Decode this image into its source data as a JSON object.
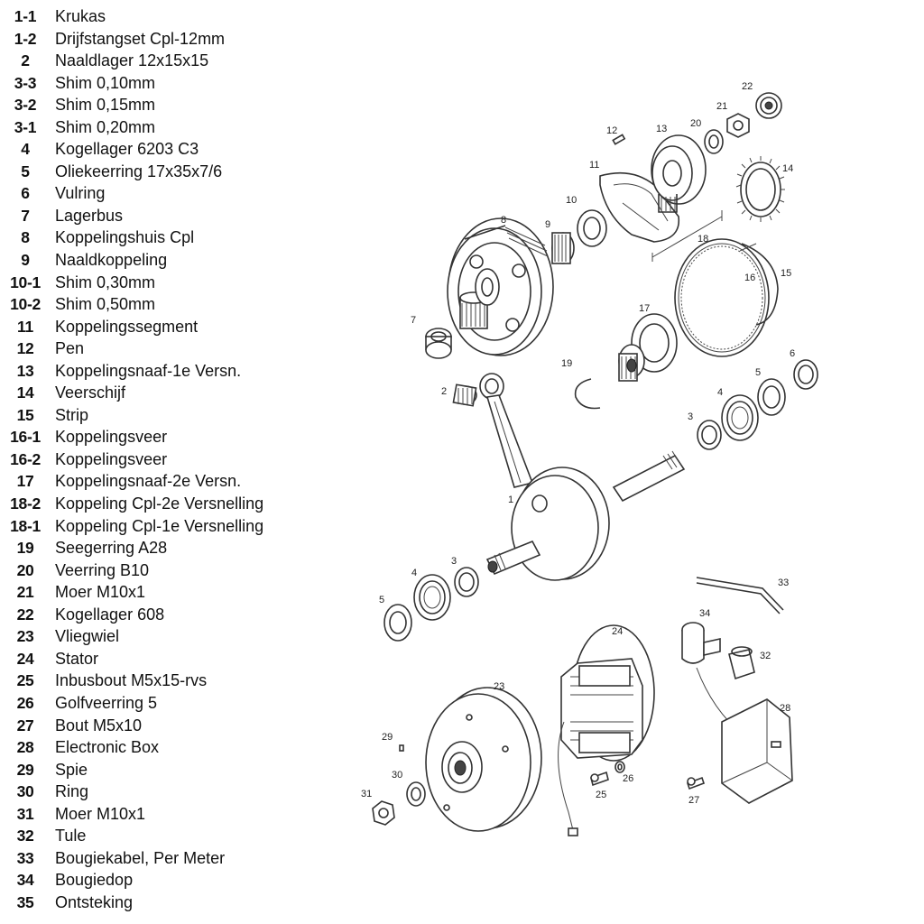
{
  "parts": [
    {
      "num": "1-1",
      "name": "Krukas"
    },
    {
      "num": "1-2",
      "name": "Drijfstangset Cpl-12mm"
    },
    {
      "num": "2",
      "name": "Naaldlager 12x15x15"
    },
    {
      "num": "3-3",
      "name": "Shim 0,10mm"
    },
    {
      "num": "3-2",
      "name": "Shim 0,15mm"
    },
    {
      "num": "3-1",
      "name": "Shim 0,20mm"
    },
    {
      "num": "4",
      "name": "Kogellager 6203 C3"
    },
    {
      "num": "5",
      "name": "Oliekeerring 17x35x7/6"
    },
    {
      "num": "6",
      "name": "Vulring"
    },
    {
      "num": "7",
      "name": "Lagerbus"
    },
    {
      "num": "8",
      "name": "Koppelingshuis Cpl"
    },
    {
      "num": "9",
      "name": "Naaldkoppeling"
    },
    {
      "num": "10-1",
      "name": "Shim 0,30mm"
    },
    {
      "num": "10-2",
      "name": "Shim 0,50mm"
    },
    {
      "num": "11",
      "name": "Koppelingssegment"
    },
    {
      "num": "12",
      "name": "Pen"
    },
    {
      "num": "13",
      "name": "Koppelingsnaaf-1e Versn."
    },
    {
      "num": "14",
      "name": "Veerschijf"
    },
    {
      "num": "15",
      "name": "Strip"
    },
    {
      "num": "16-1",
      "name": "Koppelingsveer"
    },
    {
      "num": "16-2",
      "name": "Koppelingsveer"
    },
    {
      "num": "17",
      "name": "Koppelingsnaaf-2e Versn."
    },
    {
      "num": "18-2",
      "name": "Koppeling Cpl-2e Versnelling"
    },
    {
      "num": "18-1",
      "name": "Koppeling Cpl-1e Versnelling"
    },
    {
      "num": "19",
      "name": "Seegerring A28"
    },
    {
      "num": "20",
      "name": "Veerring B10"
    },
    {
      "num": "21",
      "name": "Moer M10x1"
    },
    {
      "num": "22",
      "name": "Kogellager 608"
    },
    {
      "num": "23",
      "name": "Vliegwiel"
    },
    {
      "num": "24",
      "name": "Stator"
    },
    {
      "num": "25",
      "name": "Inbusbout M5x15-rvs"
    },
    {
      "num": "26",
      "name": "Golfveerring 5"
    },
    {
      "num": "27",
      "name": "Bout M5x10"
    },
    {
      "num": "28",
      "name": "Electronic Box"
    },
    {
      "num": "29",
      "name": "Spie"
    },
    {
      "num": "30",
      "name": "Ring"
    },
    {
      "num": "31",
      "name": "Moer M10x1"
    },
    {
      "num": "32",
      "name": "Tule"
    },
    {
      "num": "33",
      "name": "Bougiekabel, Per Meter"
    },
    {
      "num": "34",
      "name": "Bougiedop"
    },
    {
      "num": "35",
      "name": "Ontsteking"
    }
  ],
  "callouts": {
    "c1": "1",
    "c2": "2",
    "c3a": "3",
    "c3b": "3",
    "c4a": "4",
    "c4b": "4",
    "c5a": "5",
    "c5b": "5",
    "c6": "6",
    "c7": "7",
    "c8": "8",
    "c9": "9",
    "c10": "10",
    "c11": "11",
    "c12": "12",
    "c13": "13",
    "c14": "14",
    "c15": "15",
    "c16": "16",
    "c17": "17",
    "c18": "18",
    "c19": "19",
    "c20": "20",
    "c21": "21",
    "c22": "22",
    "c23": "23",
    "c24": "24",
    "c25": "25",
    "c26": "26",
    "c27": "27",
    "c28": "28",
    "c29": "29",
    "c30": "30",
    "c31": "31",
    "c32": "32",
    "c33": "33",
    "c34": "34"
  }
}
